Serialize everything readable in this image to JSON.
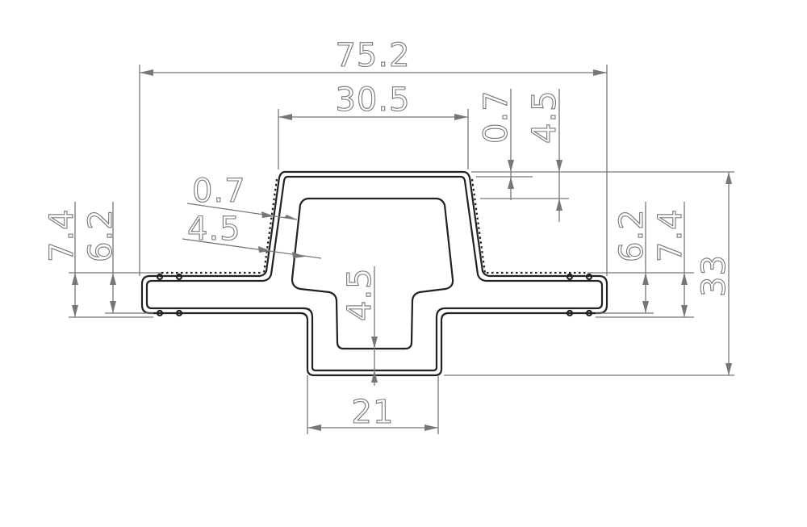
{
  "colors": {
    "profile": "#222222",
    "dimension": "#777777",
    "background": "#ffffff"
  },
  "dimensions": {
    "overall_width": "75.2",
    "top_width": "30.5",
    "wall_top": "0.7",
    "top_depth": "4.5",
    "wall_side": "0.7",
    "side_depth": "4.5",
    "left_inner_height": "6.2",
    "left_outer_height": "7.4",
    "right_inner_height": "6.2",
    "right_outer_height": "7.4",
    "total_height": "33",
    "center_depth": "4.5",
    "bottom_width": "21"
  }
}
